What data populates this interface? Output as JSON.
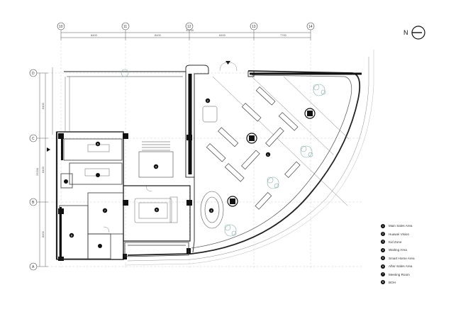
{
  "grid": {
    "columns": [
      "10",
      "11",
      "12",
      "13",
      "14"
    ],
    "rows": [
      "D",
      "C",
      "B",
      "A"
    ],
    "column_spacings": [
      "8400",
      "8400",
      "8400",
      "7700"
    ],
    "column_total": "32700",
    "row_spacings": [
      "8400",
      "8400",
      "8400"
    ],
    "row_total": "25200"
  },
  "north_label": "N",
  "room_markers": [
    "1",
    "2",
    "3",
    "4",
    "5",
    "6",
    "7",
    "8"
  ],
  "legend": [
    {
      "num": "1",
      "label": "Main Sales Area"
    },
    {
      "num": "2",
      "label": "Huawei Vision"
    },
    {
      "num": "3",
      "label": "Kid Zone"
    },
    {
      "num": "4",
      "label": "Waiting Area"
    },
    {
      "num": "5",
      "label": "Smart Home Area"
    },
    {
      "num": "6",
      "label": "After-Sales Area"
    },
    {
      "num": "7",
      "label": "Meeting Room"
    },
    {
      "num": "8",
      "label": "BOH"
    }
  ]
}
